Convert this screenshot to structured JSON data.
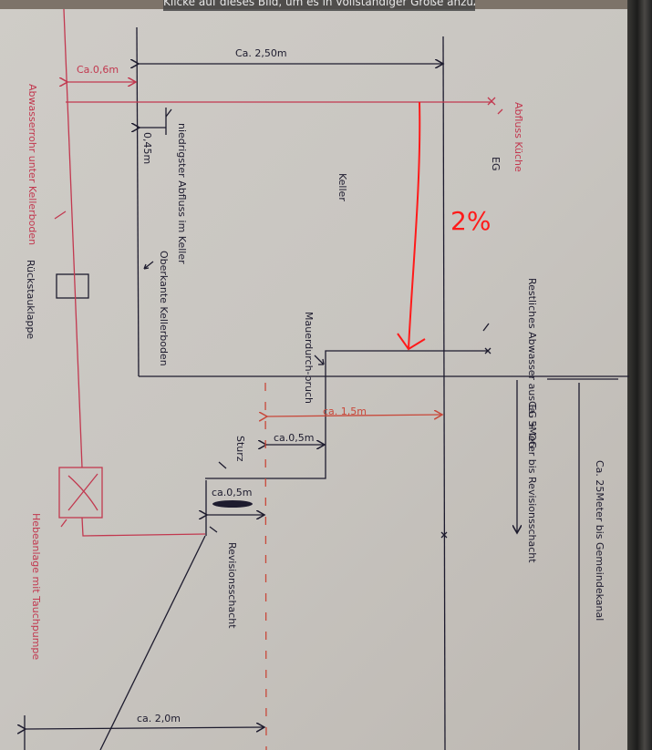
{
  "banner": {
    "text": "Klicke auf dieses Bild, um es in vollständiger Größe anzuzeigen."
  },
  "labels": {
    "width_keller": "Ca. 2,50m",
    "offset_pipe": "Ca.0,6m",
    "abwasserrohr": "Abwasserrohr unter Kellerboden",
    "niedrigster_abfluss": "niedrigster Abfluss im Keller",
    "height_045": "0,45m",
    "oberkante": "Oberkante Kellerboden",
    "rueckstauklappe": "Rückstauklappe",
    "abfluss_kueche": "Abfluss Küche",
    "eg": "EG",
    "gefaelle": "2%",
    "keller": "Keller",
    "restliches_abwasser": "Restliches Abwasser aus EG + OG",
    "mauerdurchbruch": "Mauerdurch-bruch",
    "dist_15": "ca. 1,5m",
    "dist_revision": "Ca. 5Meter bis Revisionsschacht",
    "dist_kanal": "Ca. 25Meter bis Gemeindekanal",
    "sturz": "Sturz",
    "dist_05a": "ca.0,5m",
    "dist_05b": "ca.0,5m",
    "revisionsschacht": "Revisionsschacht",
    "hebeanlage": "Hebeanlage mit Tauchpumpe",
    "dist_20": "ca. 2,0m"
  },
  "colors": {
    "ink": "#1d1b2e",
    "red_ink": "#c2384f",
    "bright_red": "#ff1a1a",
    "paper": "#cbc8c3"
  }
}
